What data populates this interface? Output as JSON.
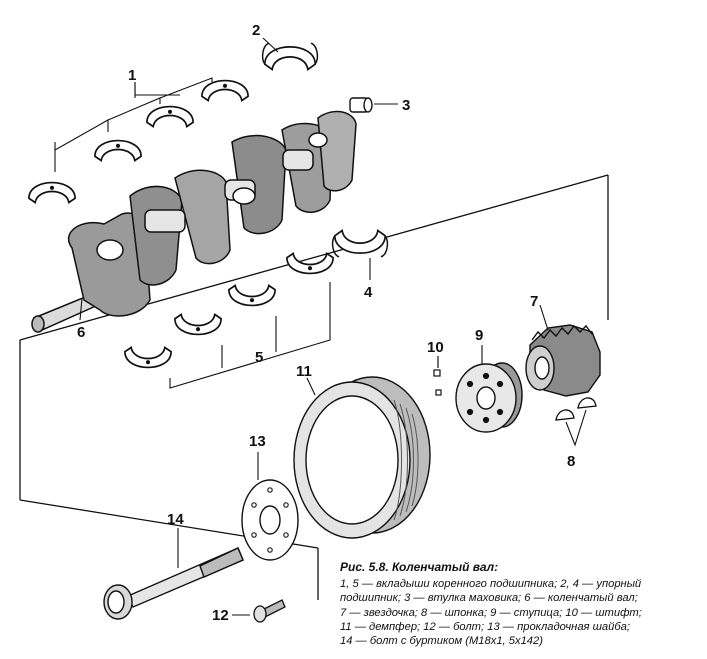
{
  "figure": {
    "labels": {
      "l1": "1",
      "l2": "2",
      "l3": "3",
      "l4": "4",
      "l5": "5",
      "l6": "6",
      "l7": "7",
      "l8": "8",
      "l9": "9",
      "l10": "10",
      "l11": "11",
      "l12": "12",
      "l13": "13",
      "l14": "14"
    },
    "caption": {
      "title": "Рис. 5.8. Коленчатый вал:",
      "lines": [
        "1, 5 — вкладыши коренного подшипника; 2, 4 — упорный",
        "подшипник; 3 — втулка маховика; 6 — коленчатый вал;",
        "7 — звездочка; 8 — шпонка; 9 — ступица; 10 — штифт;",
        "11 — демпфер; 12 — болт; 13 — прокладочная шайба;",
        "14 — болт с буртиком (М18х1, 5х142)"
      ]
    }
  }
}
